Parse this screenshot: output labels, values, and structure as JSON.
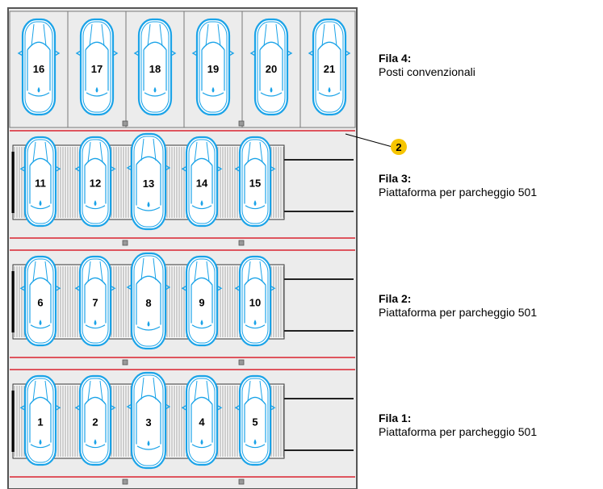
{
  "colors": {
    "car": "#1aa3e8",
    "rail": "#d9232e",
    "floor": "#ececec",
    "callout": "#f6c500",
    "frame": "#555555"
  },
  "rows": [
    {
      "title": "Fila 4:",
      "subtitle": "Posti convenzionali",
      "spaces": [
        "16",
        "17",
        "18",
        "19",
        "20",
        "21"
      ],
      "type": "conventional"
    },
    {
      "title": "Fila 3:",
      "subtitle": "Piattaforma per parcheggio 501",
      "spaces": [
        "11",
        "12",
        "13",
        "14",
        "15"
      ],
      "type": "platform"
    },
    {
      "title": "Fila 2:",
      "subtitle": "Piattaforma per parcheggio 501",
      "spaces": [
        "6",
        "7",
        "8",
        "9",
        "10"
      ],
      "type": "platform"
    },
    {
      "title": "Fila 1:",
      "subtitle": "Piattaforma per parcheggio 501",
      "spaces": [
        "1",
        "2",
        "3",
        "4",
        "5"
      ],
      "type": "platform"
    }
  ],
  "callout": {
    "number": "2"
  }
}
